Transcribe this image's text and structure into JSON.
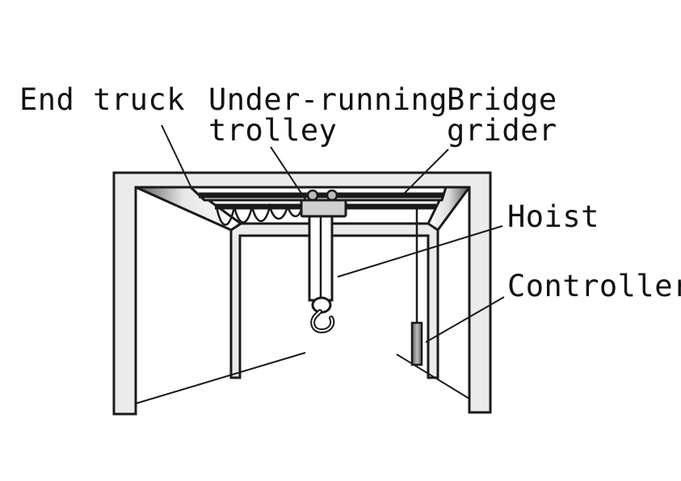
{
  "labels": {
    "end_truck": "End truck",
    "trolley_line1": "Under-running",
    "trolley_line2": "trolley",
    "bridge_line1": "Bridge",
    "bridge_line2": "grider",
    "hoist": "Hoist",
    "controller": "Controller"
  },
  "colors": {
    "stroke": "#1a1a1a",
    "frame_fill": "#ebebeb",
    "trolley_fill": "#d0d0d0",
    "controller_fill": "#888888"
  }
}
